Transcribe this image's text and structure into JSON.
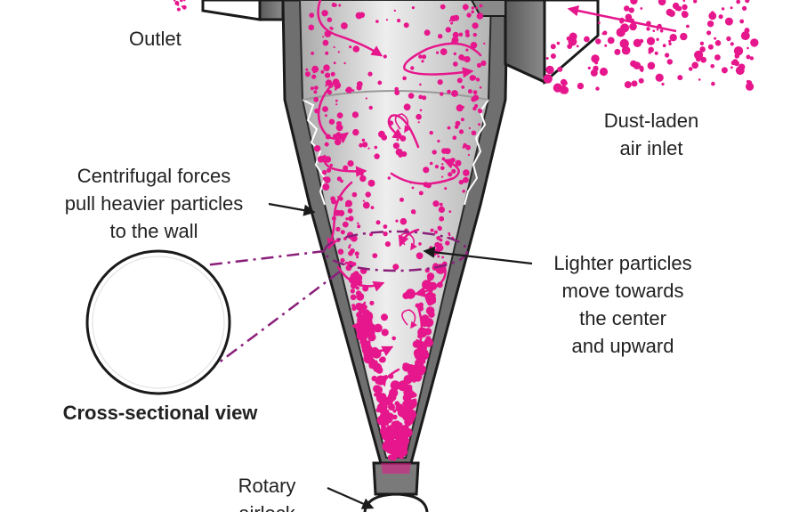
{
  "labels": {
    "outlet": "Outlet",
    "inlet": [
      "Dust-laden",
      "air inlet"
    ],
    "centrifugal": [
      "Centrifugal forces",
      "pull heavier particles",
      "to the wall"
    ],
    "lighter": [
      "Lighter particles",
      "move towards",
      "the center",
      "and upward"
    ],
    "cross_section": "Cross-sectional view",
    "airlock": [
      "Rotary",
      "airlock"
    ]
  },
  "colors": {
    "particle": "#e6168c",
    "arrow": "#e6168c",
    "outline": "#1a1a1a",
    "wall": "#6f6f6f",
    "interior_light": "#f0f0f0",
    "interior_dark": "#b9b9b9",
    "dashed_line": "#8a1f7a",
    "text": "#222222"
  }
}
